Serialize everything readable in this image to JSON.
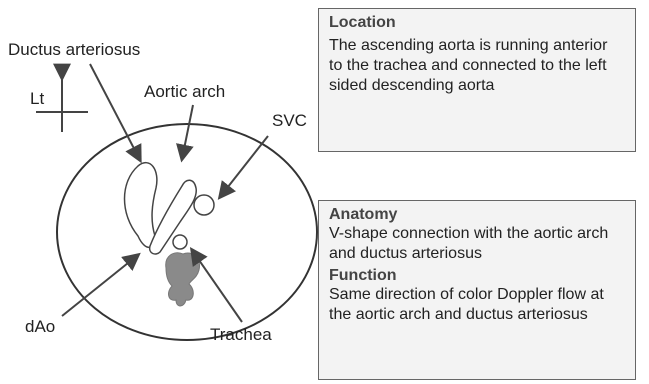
{
  "labels": {
    "ductus_arteriosus": "Ductus arteriosus",
    "aortic_arch": "Aortic arch",
    "svc": "SVC",
    "lt": "Lt",
    "dao": "dAo",
    "trachea": "Trachea"
  },
  "location_box": {
    "title": "Location",
    "text": "The ascending aorta is running anterior to the trachea and connected to the left sided descending aorta"
  },
  "anatomy_box": {
    "anatomy_title": "Anatomy",
    "anatomy_text": "V-shape connection with the aortic arch and ductus arteriosus",
    "function_title": "Function",
    "function_text": "Same direction of color Doppler flow at the aortic arch and ductus arteriosus"
  },
  "colors": {
    "line": "#444444",
    "box_bg": "#f3f3f3",
    "box_border": "#666666",
    "trachea_fill": "#8a8a8a"
  }
}
